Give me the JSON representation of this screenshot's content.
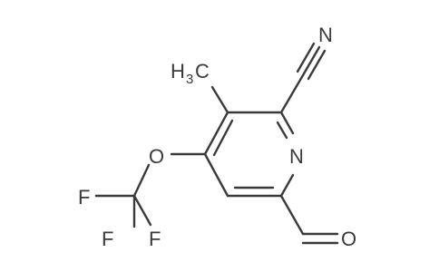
{
  "molecule": {
    "atoms": {
      "methyl_h": "H",
      "methyl_sub": "3",
      "methyl_c": "C",
      "nitrile_n": "N",
      "ring_n": "N",
      "ether_o": "O",
      "f_top": "F",
      "f_left": "F",
      "f_bottom": "F",
      "aldehyde_o": "O"
    },
    "colors": {
      "ink": "#3a3a3a",
      "background": "#ffffff"
    }
  }
}
